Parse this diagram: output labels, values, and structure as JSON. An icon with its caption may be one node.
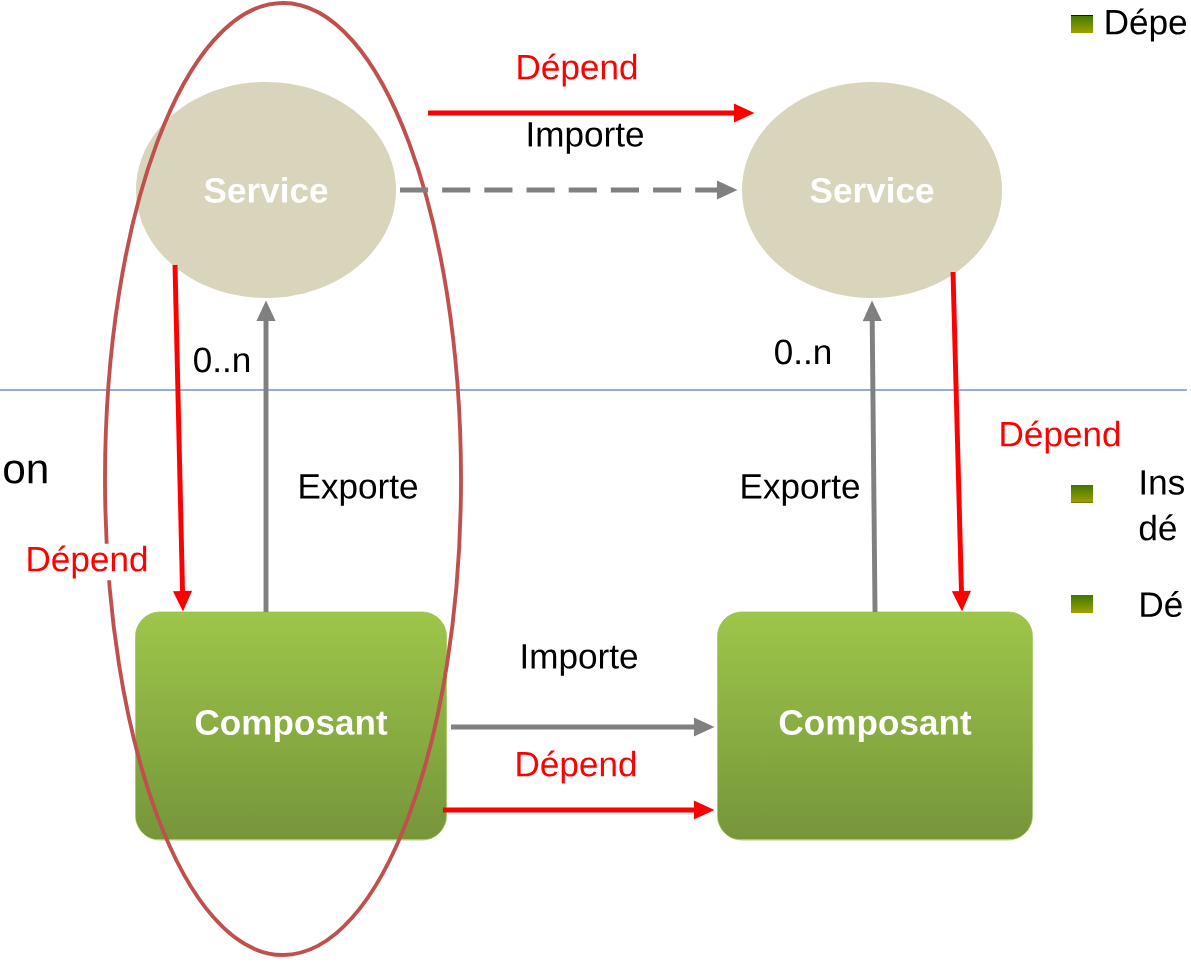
{
  "diagram": {
    "nodes": [
      {
        "text": [
          "Service"
        ]
      },
      {
        "text": [
          "Service"
        ]
      },
      {
        "text": [
          "Composant"
        ]
      },
      {
        "text": [
          "Composant"
        ]
      }
    ],
    "edges": [
      {
        "from": 0,
        "to": 1,
        "arrow": "to",
        "label": "Dépend",
        "color": "#ff0000"
      },
      {
        "from": 0,
        "to": 1,
        "arrow": "to",
        "label": "Importe",
        "style": "dashed",
        "color": "#808080"
      },
      {
        "from": 0,
        "to": 2,
        "arrow": "to",
        "label": "Dépend",
        "color": "#ff0000"
      },
      {
        "from": 2,
        "to": 0,
        "arrow": "to",
        "label": "Exporte",
        "color": "#808080"
      },
      {
        "from": 2,
        "to": 3,
        "arrow": "to",
        "label": "Importe",
        "color": "#808080"
      },
      {
        "from": 2,
        "to": 3,
        "arrow": "to",
        "label": "Dépend",
        "color": "#ff0000"
      },
      {
        "from": 3,
        "to": 1,
        "arrow": "to",
        "label": "Exporte",
        "color": "#808080"
      },
      {
        "from": 1,
        "to": 3,
        "arrow": "to",
        "label": "Dépend",
        "color": "#ff0000"
      }
    ],
    "labels": [
      "Dépe",
      "0..n",
      "0..n",
      "on",
      "Ins dé",
      "Dé"
    ]
  }
}
